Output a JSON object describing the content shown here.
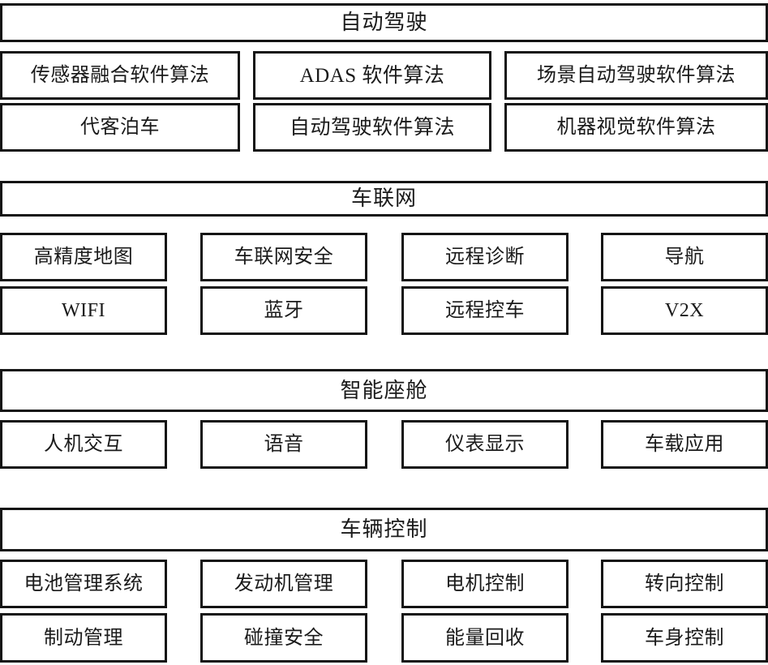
{
  "diagram": {
    "type": "layered-block-diagram",
    "title_visible": false,
    "colors": {
      "border": "#141414",
      "background": "#ffffff",
      "text": "#1a1a1a"
    },
    "sections": [
      {
        "id": "autonomous-driving",
        "header": "自动驾驶",
        "columns": 3,
        "rows": [
          [
            "传感器融合软件算法",
            "ADAS 软件算法",
            "场景自动驾驶软件算法"
          ],
          [
            "代客泊车",
            "自动驾驶软件算法",
            "机器视觉软件算法"
          ]
        ]
      },
      {
        "id": "connected-vehicle",
        "header": "车联网",
        "columns": 4,
        "rows": [
          [
            "高精度地图",
            "车联网安全",
            "远程诊断",
            "导航"
          ],
          [
            "WIFI",
            "蓝牙",
            "远程控车",
            "V2X"
          ]
        ]
      },
      {
        "id": "smart-cockpit",
        "header": "智能座舱",
        "columns": 4,
        "rows": [
          [
            "人机交互",
            "语音",
            "仪表显示",
            "车载应用"
          ]
        ]
      },
      {
        "id": "vehicle-control",
        "header": "车辆控制",
        "columns": 4,
        "rows": [
          [
            "电池管理系统",
            "发动机管理",
            "电机控制",
            "转向控制"
          ],
          [
            "制动管理",
            "碰撞安全",
            "能量回收",
            "车身控制"
          ]
        ]
      }
    ]
  }
}
